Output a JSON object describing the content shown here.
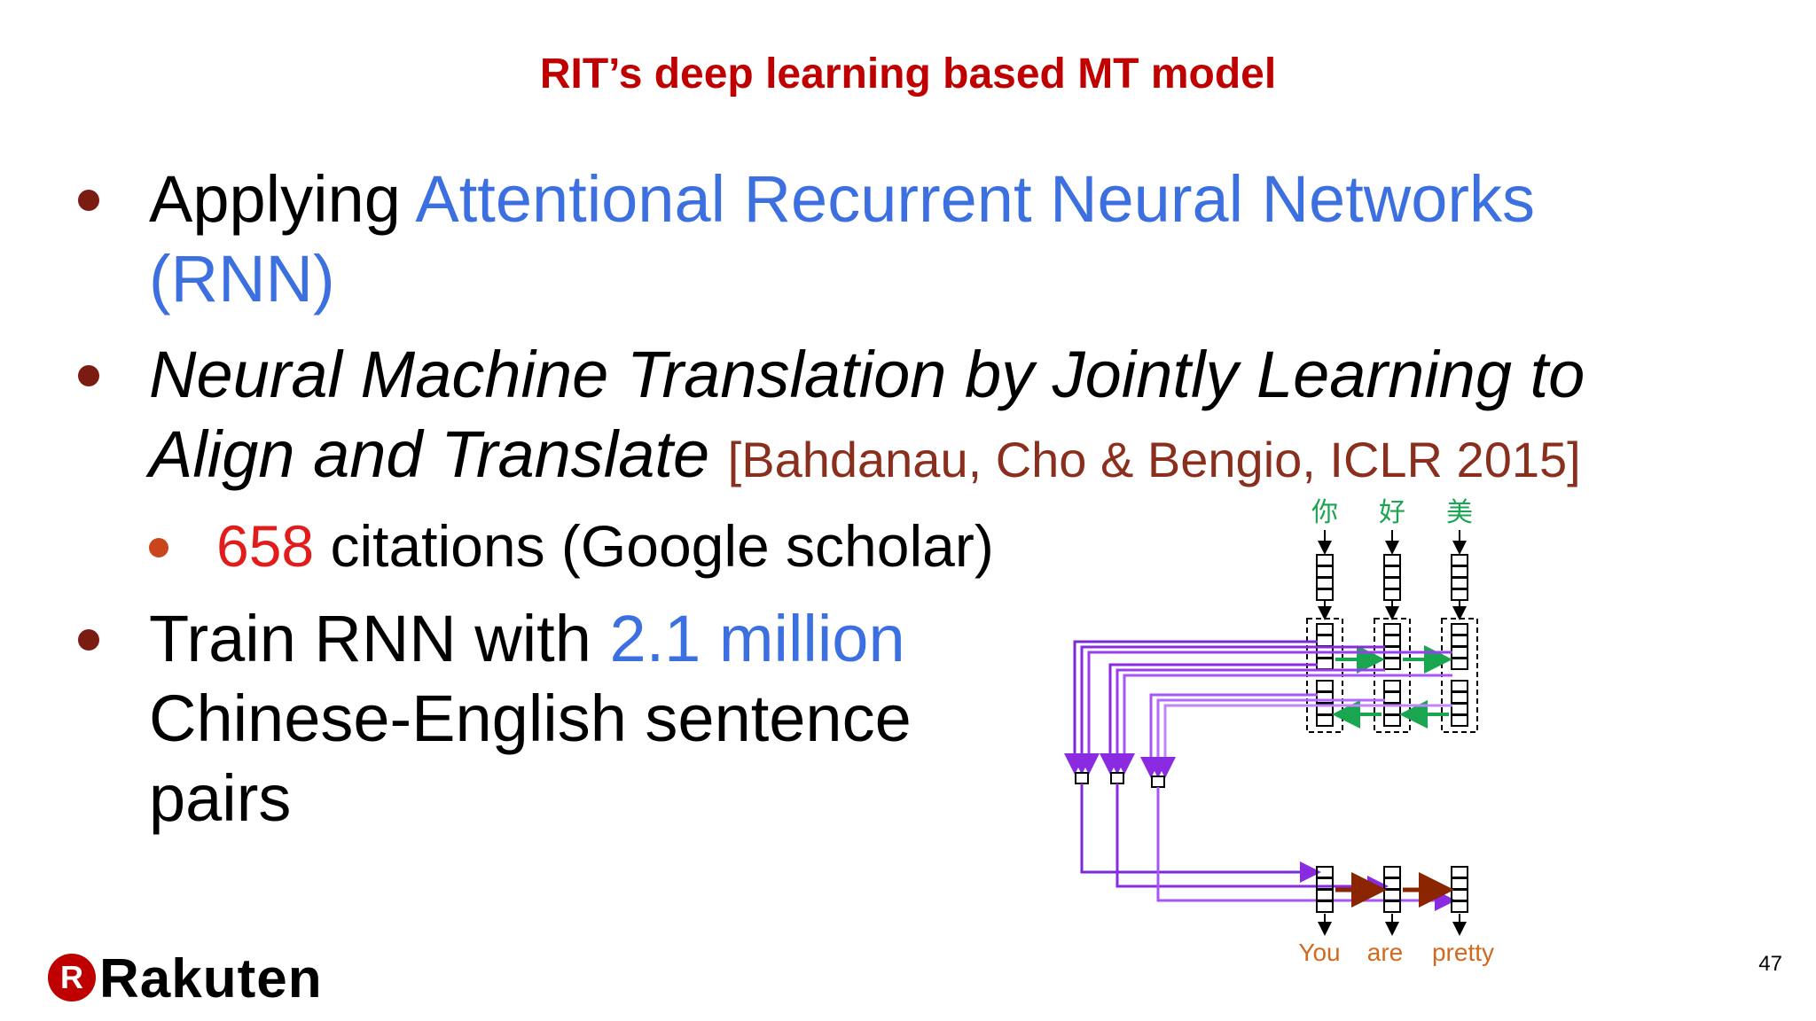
{
  "slide": {
    "title": "RIT’s deep learning based MT model",
    "page_number": "47"
  },
  "bullets": {
    "b1": {
      "prefix": "Applying ",
      "highlight_line1": "Attentional Recurrent Neural Networks",
      "highlight_line2": "(RNN)"
    },
    "b2": {
      "italic_line1": "Neural Machine Translation by Jointly Learning to",
      "italic_line2": "Align and Translate",
      "citation": "[Bahdanau, Cho & Bengio, ICLR 2015]"
    },
    "sub1": {
      "count": "658",
      "rest": " citations (Google scholar)"
    },
    "b3": {
      "prefix": "Train RNN with ",
      "highlight": "2.1 million",
      "line2": "Chinese-English sentence",
      "line3": "pairs"
    }
  },
  "diagram": {
    "source_tokens": [
      "你",
      "好",
      "美"
    ],
    "target_tokens": [
      "You",
      "are",
      "pretty"
    ]
  },
  "logo": {
    "mark": "R",
    "word": "Rakuten"
  },
  "colors": {
    "title": "#c00000",
    "accent_blue": "#3c6fe0",
    "citation_brown": "#8a2f1e",
    "count_red": "#e21b1b",
    "bullet_dot": "#7b1c12",
    "green_arrow": "#1aa650",
    "purple_arrow": "#8a2be2",
    "brown_arrow": "#8b2500",
    "target_orange": "#d2691e"
  }
}
